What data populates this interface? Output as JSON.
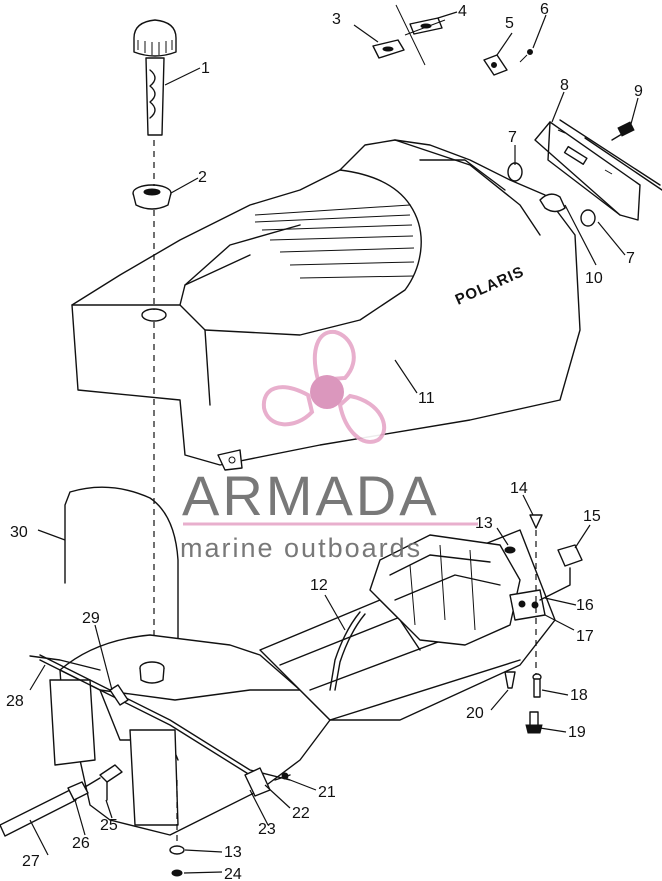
{
  "diagram": {
    "brand_label": "POLARIS",
    "callouts": [
      {
        "id": "c1",
        "text": "1"
      },
      {
        "id": "c2",
        "text": "2"
      },
      {
        "id": "c3",
        "text": "3"
      },
      {
        "id": "c4",
        "text": "4"
      },
      {
        "id": "c5",
        "text": "5"
      },
      {
        "id": "c6",
        "text": "6"
      },
      {
        "id": "c7a",
        "text": "7"
      },
      {
        "id": "c7b",
        "text": "7"
      },
      {
        "id": "c8",
        "text": "8"
      },
      {
        "id": "c9",
        "text": "9"
      },
      {
        "id": "c10",
        "text": "10"
      },
      {
        "id": "c11",
        "text": "11"
      },
      {
        "id": "c12",
        "text": "12"
      },
      {
        "id": "c13a",
        "text": "13"
      },
      {
        "id": "c13b",
        "text": "13"
      },
      {
        "id": "c14",
        "text": "14"
      },
      {
        "id": "c15",
        "text": "15"
      },
      {
        "id": "c16",
        "text": "16"
      },
      {
        "id": "c17",
        "text": "17"
      },
      {
        "id": "c18",
        "text": "18"
      },
      {
        "id": "c19",
        "text": "19"
      },
      {
        "id": "c20",
        "text": "20"
      },
      {
        "id": "c21",
        "text": "21"
      },
      {
        "id": "c22",
        "text": "22"
      },
      {
        "id": "c23",
        "text": "23"
      },
      {
        "id": "c24",
        "text": "24"
      },
      {
        "id": "c25",
        "text": "25"
      },
      {
        "id": "c26",
        "text": "26"
      },
      {
        "id": "c27",
        "text": "27"
      },
      {
        "id": "c28",
        "text": "28"
      },
      {
        "id": "c29",
        "text": "29"
      },
      {
        "id": "c30",
        "text": "30"
      }
    ]
  },
  "watermark": {
    "title": "ARMADA",
    "subtitle": "marine outboards",
    "colors": {
      "logo_pink": "#e7a9c9",
      "logo_center": "#d98fb8",
      "text_gray": "#6d6d6d",
      "rule_pink": "#e7a9c9"
    }
  }
}
